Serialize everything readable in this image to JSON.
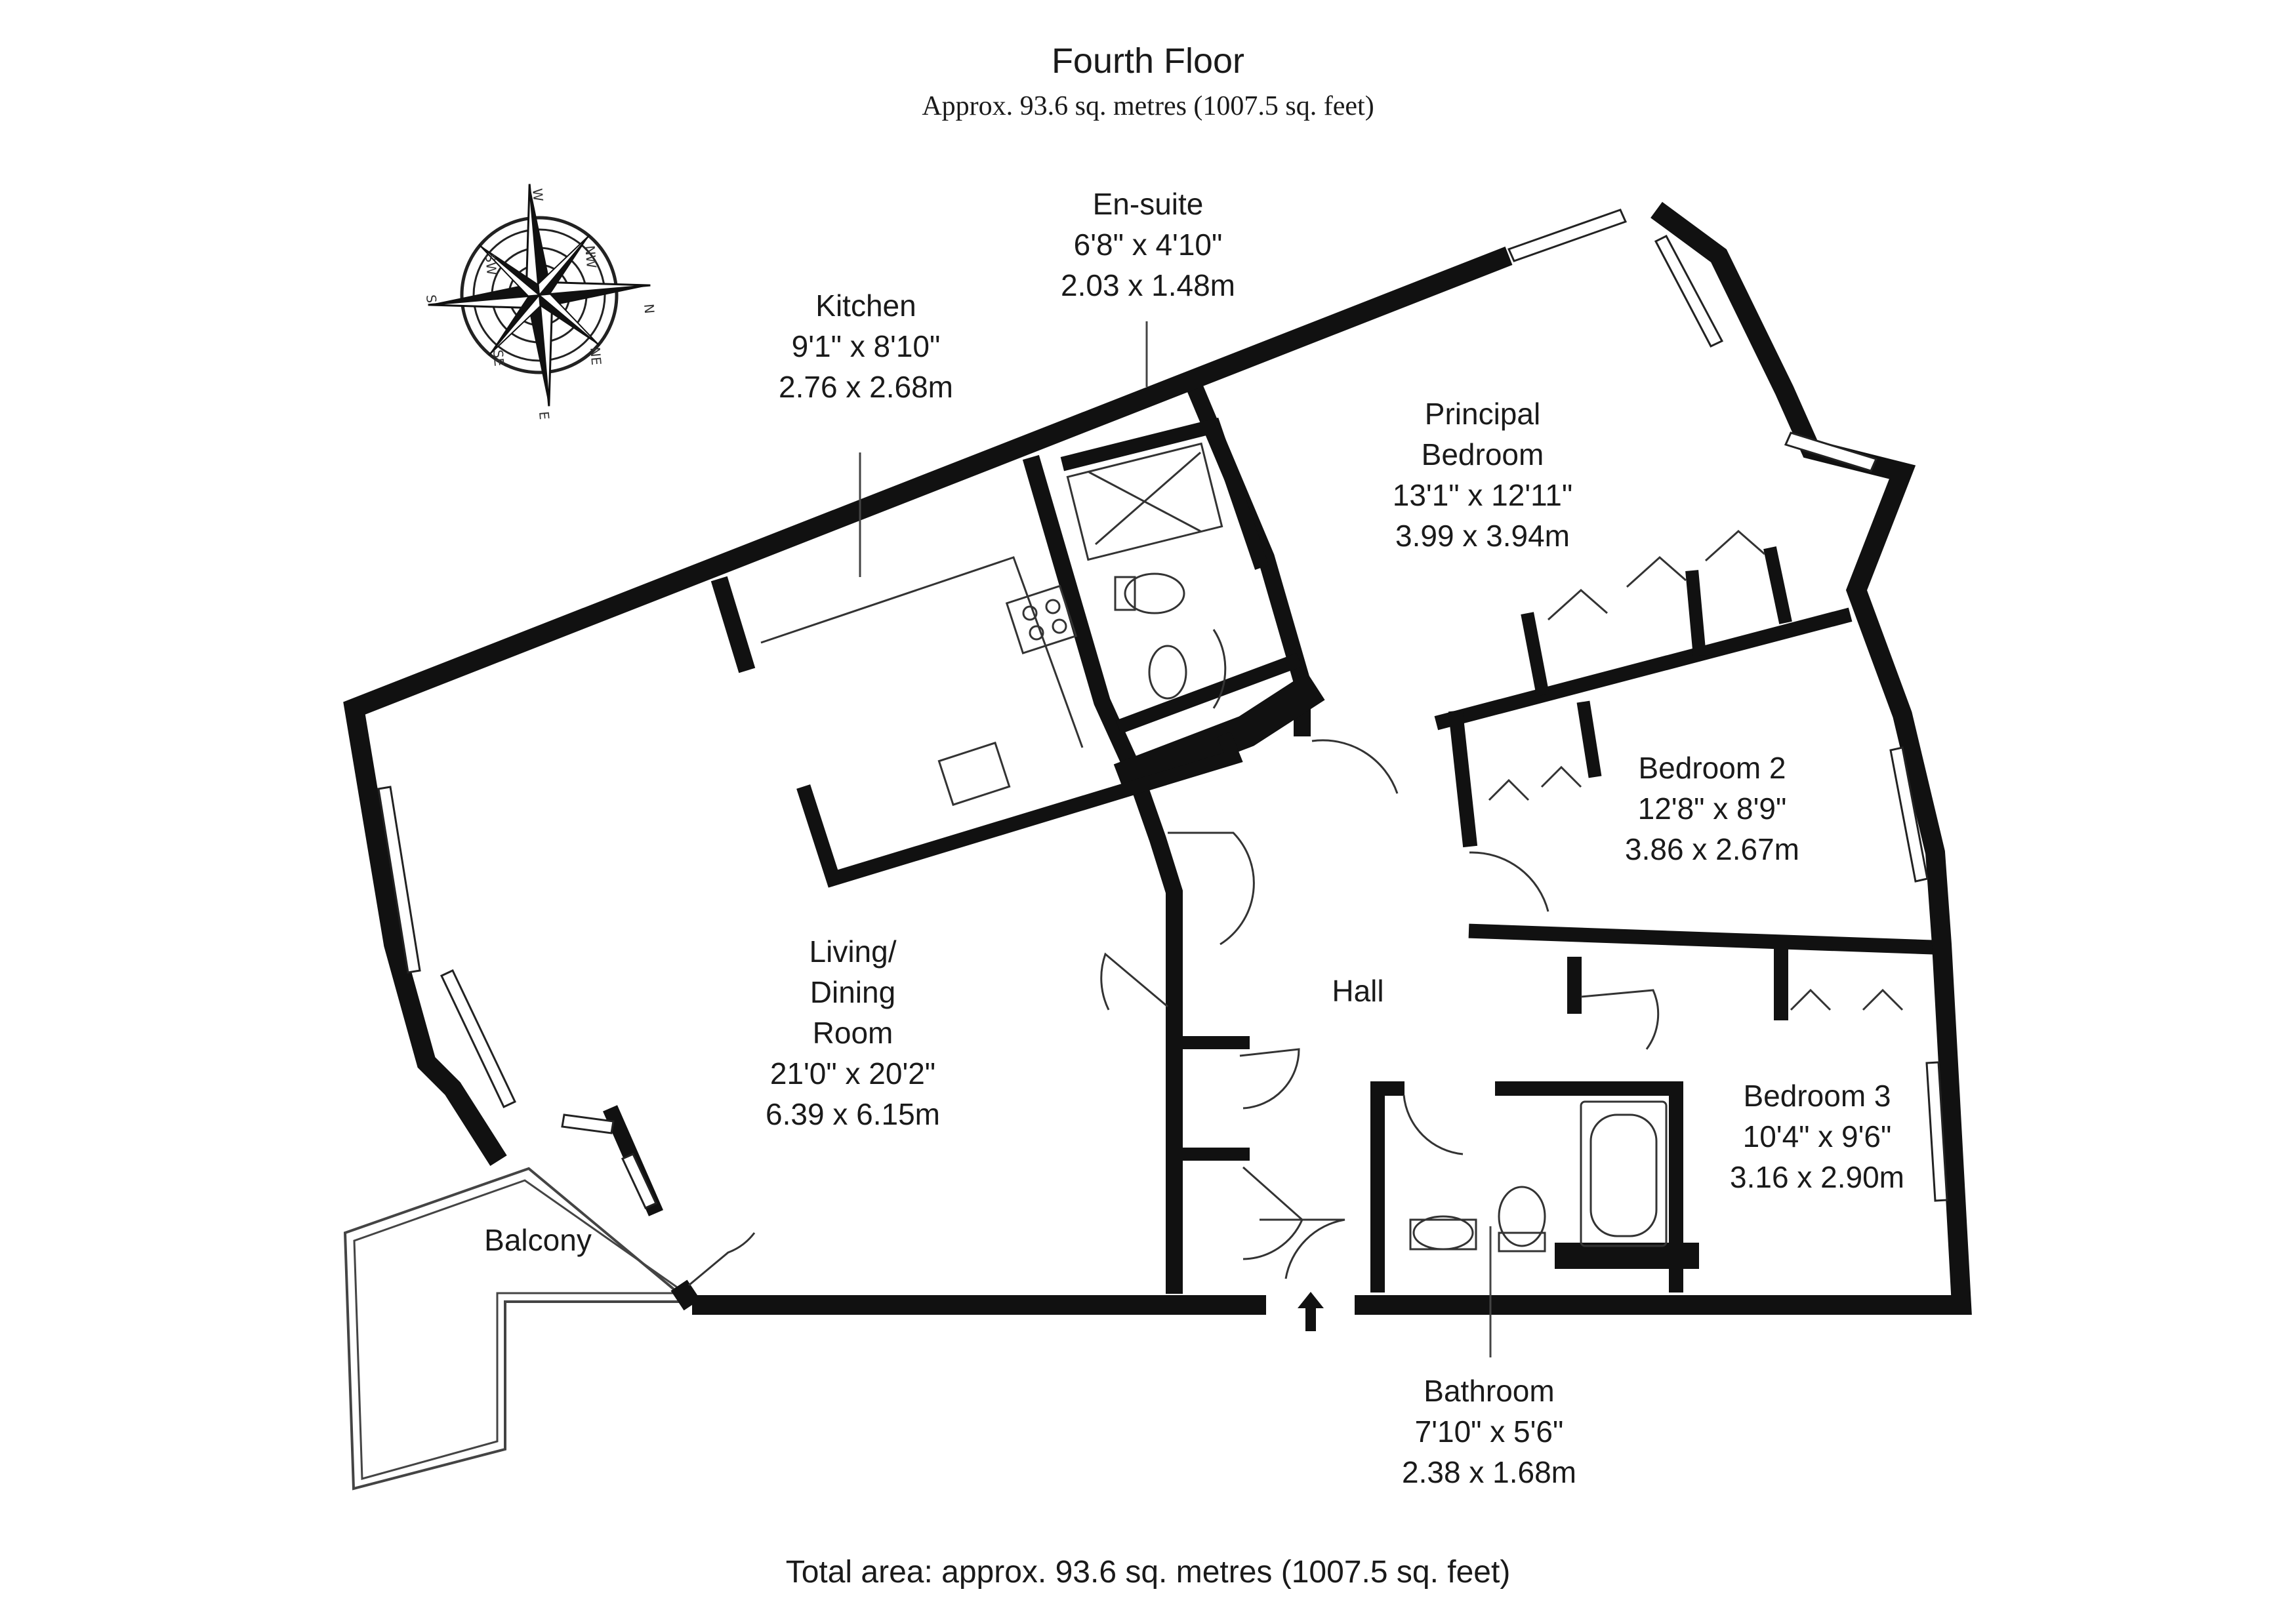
{
  "header": {
    "title": "Fourth Floor",
    "subtitle": "Approx. 93.6 sq. metres (1007.5 sq. feet)"
  },
  "footer": {
    "total": "Total area: approx. 93.6 sq. metres (1007.5 sq. feet)"
  },
  "compass": {
    "N": "N",
    "S": "S",
    "E": "E",
    "W": "W",
    "NE": "NE",
    "NW": "NW",
    "SE": "SE",
    "SW": "SW"
  },
  "rooms": {
    "ensuite": {
      "name": "En-suite",
      "imperial": "6'8\" x 4'10\"",
      "metric": "2.03 x 1.48m"
    },
    "kitchen": {
      "name": "Kitchen",
      "imperial": "9'1\" x 8'10\"",
      "metric": "2.76 x 2.68m"
    },
    "principal": {
      "name1": "Principal",
      "name2": "Bedroom",
      "imperial": "13'1\" x 12'11\"",
      "metric": "3.99 x 3.94m"
    },
    "bedroom2": {
      "name": "Bedroom 2",
      "imperial": "12'8\" x 8'9\"",
      "metric": "3.86 x 2.67m"
    },
    "living": {
      "name1": "Living/",
      "name2": "Dining",
      "name3": "Room",
      "imperial": "21'0\" x 20'2\"",
      "metric": "6.39 x 6.15m"
    },
    "hall": {
      "name": "Hall"
    },
    "bedroom3": {
      "name": "Bedroom 3",
      "imperial": "10'4\" x 9'6\"",
      "metric": "3.16 x 2.90m"
    },
    "balcony": {
      "name": "Balcony"
    },
    "bathroom": {
      "name": "Bathroom",
      "imperial": "7'10\" x 5'6\"",
      "metric": "2.38 x 1.68m"
    }
  }
}
